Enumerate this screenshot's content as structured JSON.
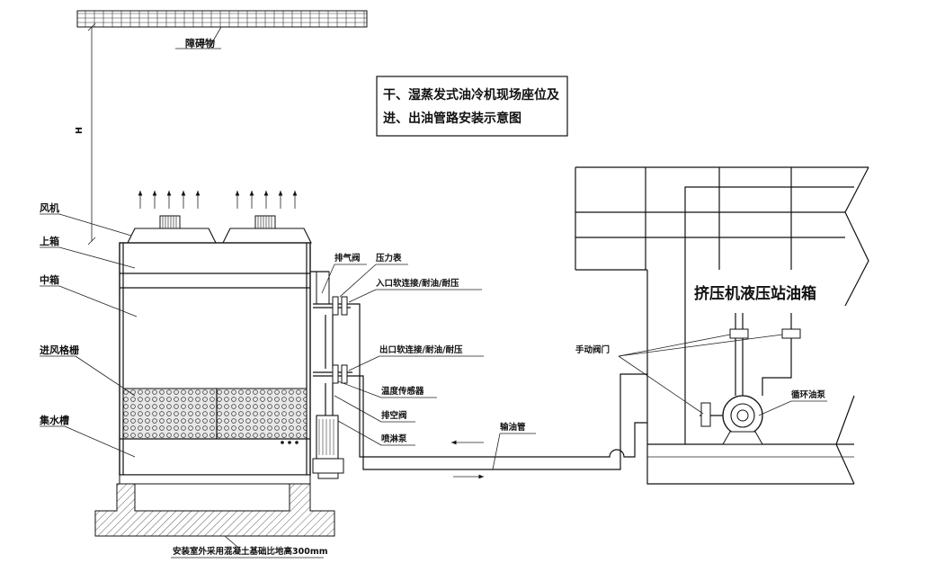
{
  "title_box": {
    "line1": "干、湿蒸发式油冷机现场座位及",
    "line2": "进、出油管路安装示意图"
  },
  "labels": {
    "obstacle": "障碍物",
    "height_mark": "H",
    "fan": "风机",
    "upper_box": "上箱",
    "middle_box": "中箱",
    "inlet_grille": "进风格栅",
    "water_tank": "集水槽",
    "vent_valve": "排气阀",
    "pressure_gauge": "压力表",
    "inlet_hose": "入口软连接/耐油/耐压",
    "outlet_hose": "出口软连接/耐油/耐压",
    "temp_sensor": "温度传感器",
    "drain_valve": "排空阀",
    "spray_pump": "喷淋泵",
    "oil_pipe": "输油管",
    "manual_valve": "手动阀门",
    "circ_pump": "循环油泵",
    "tank_name": "挤压机液压站油箱",
    "foundation_note": "安装室外采用混凝土基础比地高300mm"
  },
  "colors": {
    "line": "#111111",
    "background": "#ffffff"
  }
}
